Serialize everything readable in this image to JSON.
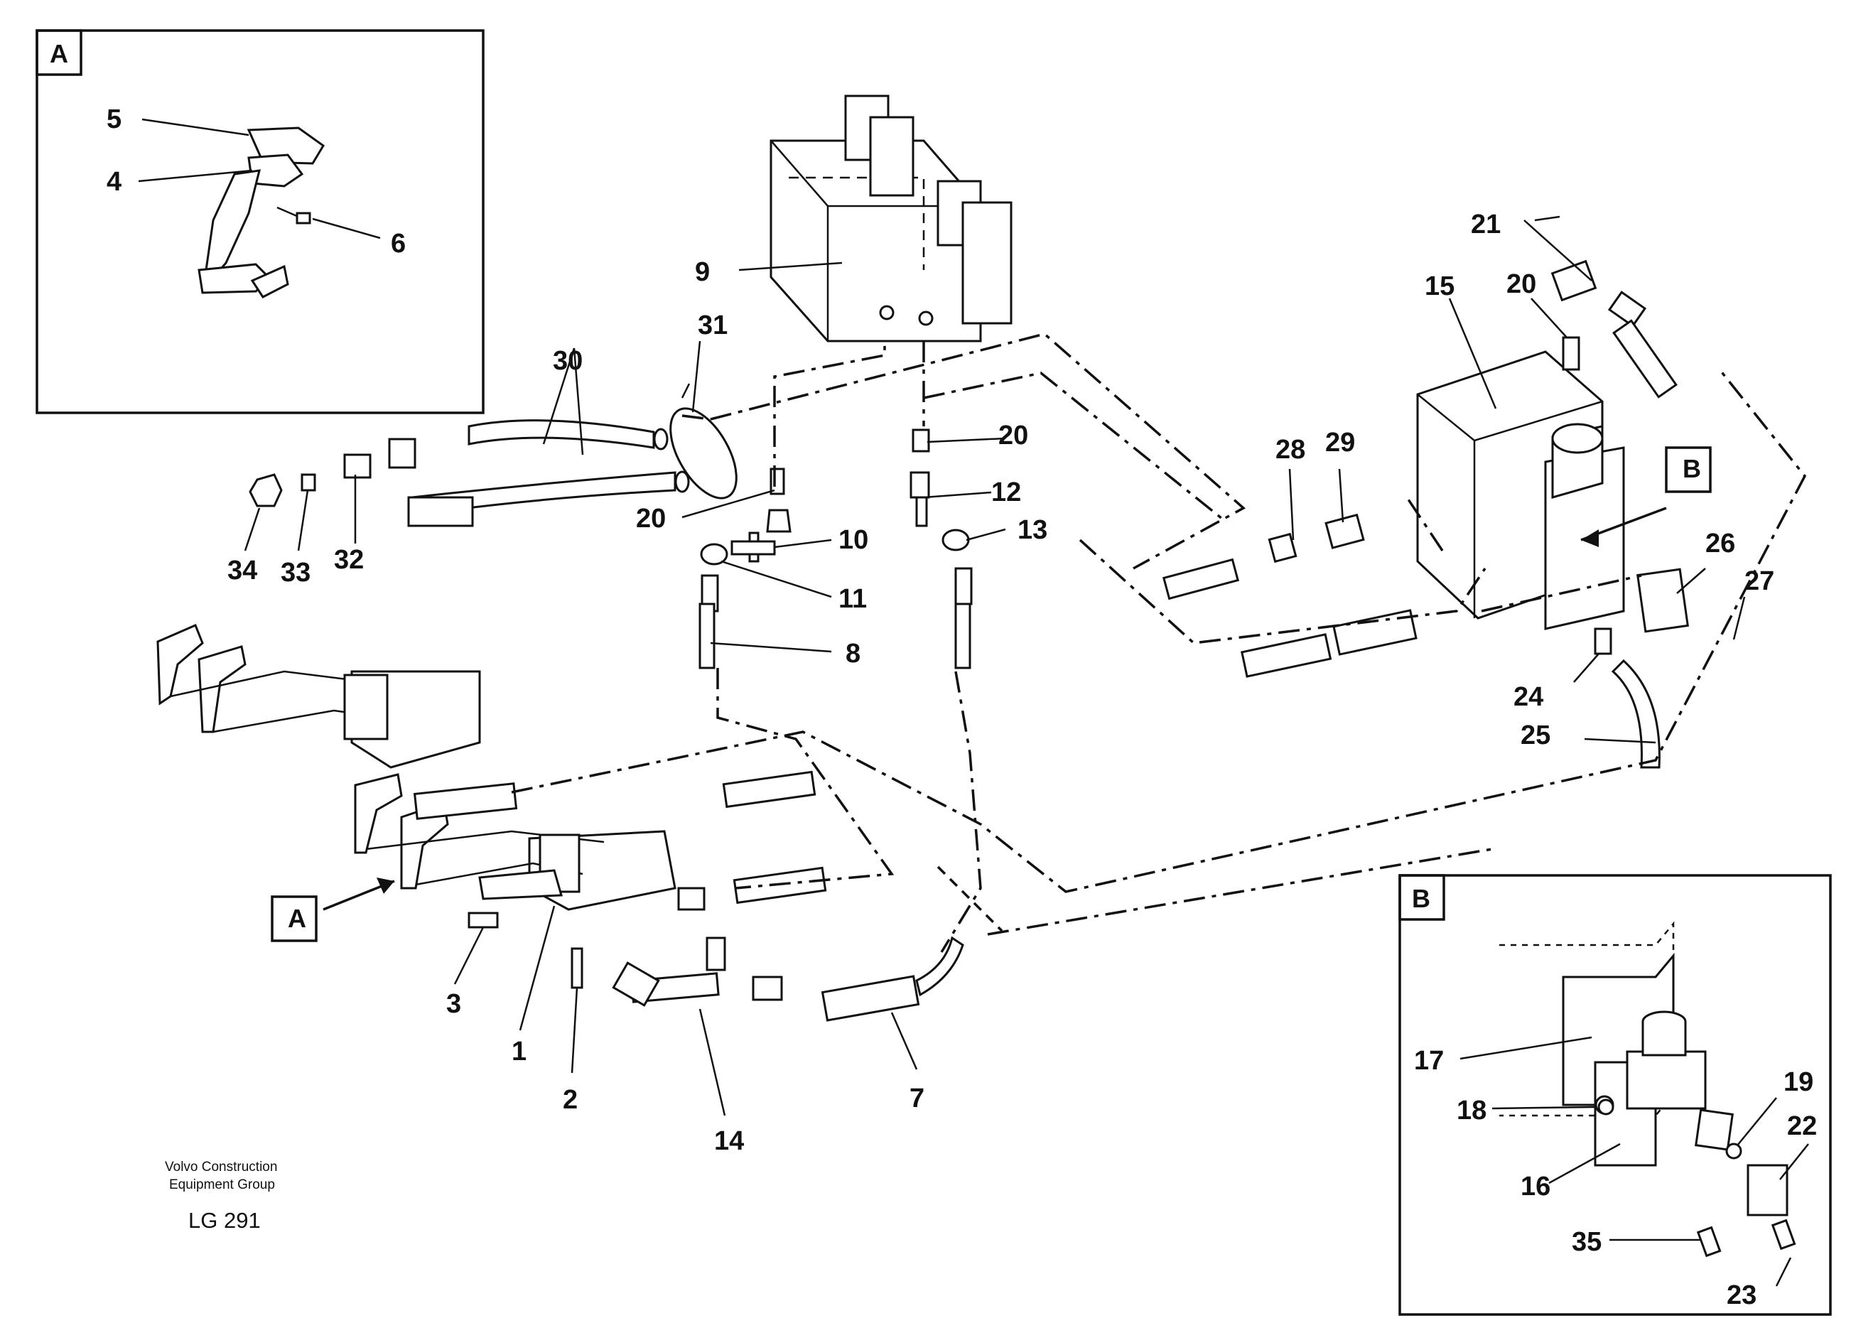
{
  "callouts": {
    "a": "A",
    "b": "B"
  },
  "part_numbers": {
    "p1": "1",
    "p2": "2",
    "p3": "3",
    "p4": "4",
    "p5": "5",
    "p6": "6",
    "p7": "7",
    "p8": "8",
    "p9": "9",
    "p10": "10",
    "p11": "11",
    "p12": "12",
    "p13": "13",
    "p14": "14",
    "p15": "15",
    "p16": "16",
    "p17": "17",
    "p18": "18",
    "p19": "19",
    "p20": "20",
    "p21": "21",
    "p22": "22",
    "p23": "23",
    "p24": "24",
    "p25": "25",
    "p26": "26",
    "p27": "27",
    "p28": "28",
    "p29": "29",
    "p30": "30",
    "p31": "31",
    "p32": "32",
    "p33": "33",
    "p34": "34",
    "p35": "35"
  },
  "footer": {
    "company_line1": "Volvo Construction",
    "company_line2": "Equipment Group",
    "drawing_code": "LG 291"
  }
}
